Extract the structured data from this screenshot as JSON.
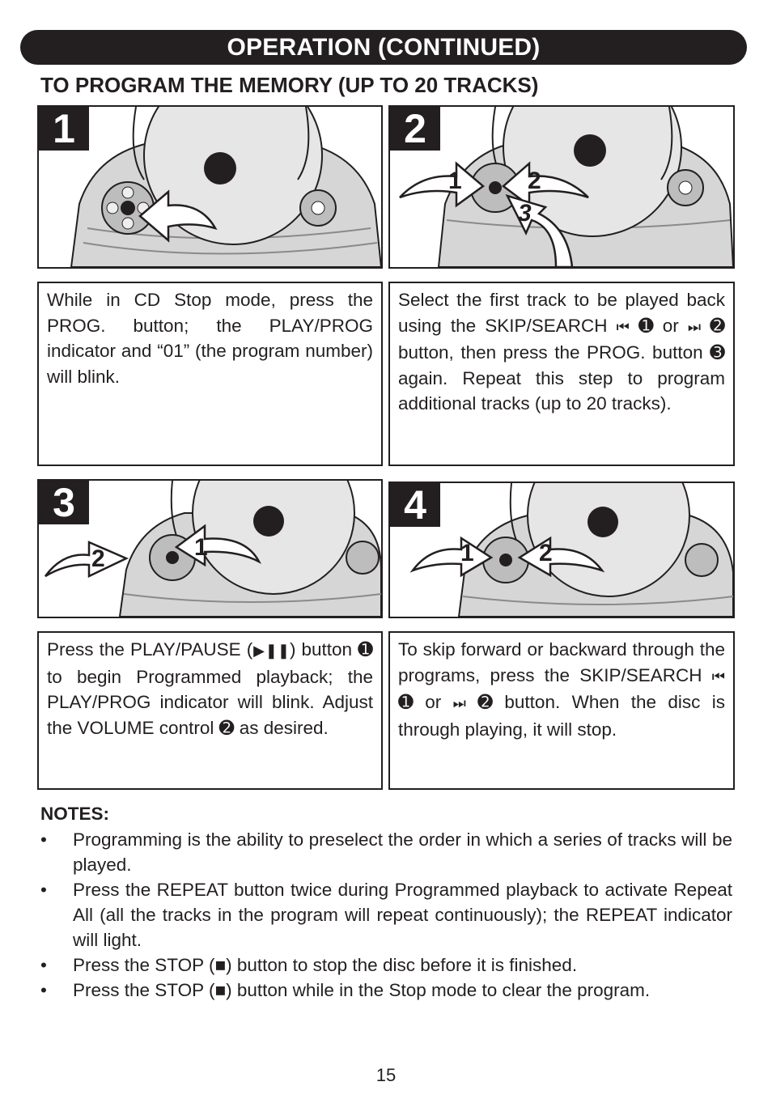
{
  "header": {
    "title": "OPERATION (CONTINUED)"
  },
  "subtitle": "TO PROGRAM THE MEMORY (UP TO 20 TRACKS)",
  "steps": [
    {
      "number": "1",
      "callouts": [],
      "text": "While in CD Stop mode, press the PROG. button;  the PLAY/PROG indicator and “01” (the program number) will blink."
    },
    {
      "number": "2",
      "callouts": [
        "1",
        "2",
        "3"
      ],
      "text_parts": [
        "Select the first track to be played back using the SKIP/SEARCH ",
        "⏮",
        " ➊ or ",
        "⏭",
        " ➋ button, then press the PROG. button ➌ again. Repeat this step to program additional tracks (up to 20 tracks)."
      ]
    },
    {
      "number": "3",
      "callouts": [
        "2",
        "1"
      ],
      "text_parts": [
        "Press the PLAY/PAUSE (",
        "▶❚❚",
        ") button ➊ to begin Programmed playback; the PLAY/PROG indicator will blink. Adjust the VOLUME control ➋ as desired."
      ]
    },
    {
      "number": "4",
      "callouts": [
        "1",
        "2"
      ],
      "text_parts": [
        "To skip forward or backward through the programs, press the SKIP/SEARCH ",
        "⏮",
        " ➊ or ",
        "⏭",
        " ➋ button. When the disc is through playing, it will stop."
      ]
    }
  ],
  "notes": {
    "title": "NOTES:",
    "bullet": "•",
    "items": [
      "Programming is the ability to preselect the order in which a series of tracks will be played.",
      "Press the REPEAT button twice during Programmed playback to activate Repeat All (all the tracks in the program will repeat continuously); the REPEAT indicator will light.",
      "Press the STOP (■) button to stop the disc before it is finished.",
      "Press the STOP (■) button while in the Stop mode to clear the program."
    ]
  },
  "page_number": "15",
  "colors": {
    "ink": "#231f20",
    "device": "#d6d6d6",
    "device_dark": "#9a9a9a"
  }
}
